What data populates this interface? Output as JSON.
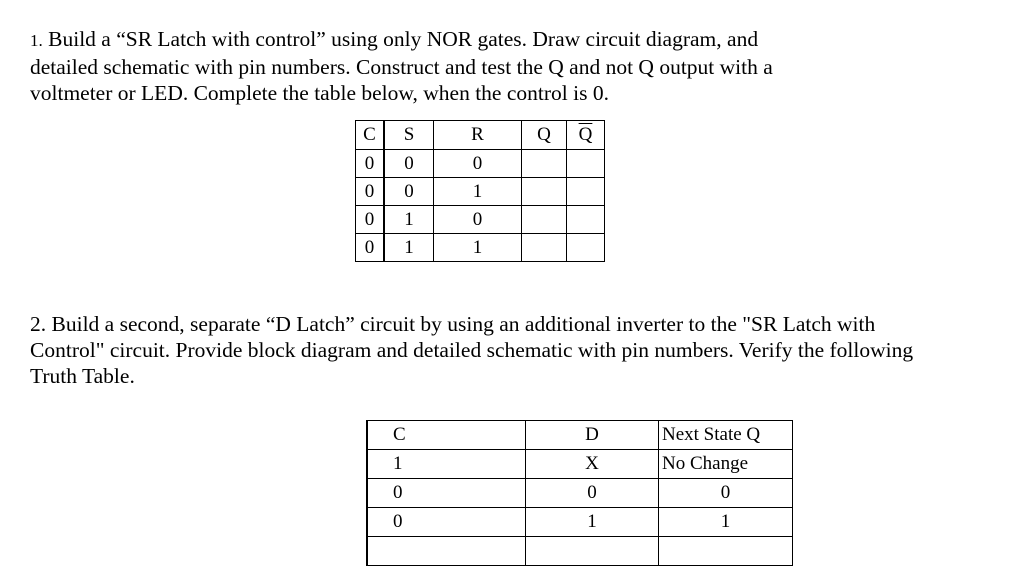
{
  "question1": {
    "number": "1.",
    "lines": [
      " Build a “SR Latch with control” using only NOR gates. Draw circuit diagram, and",
      "detailed schematic with pin numbers. Construct and test the Q and not Q output with a",
      "voltmeter or LED. Complete the table below, when the control is 0."
    ]
  },
  "table1": {
    "headers": [
      "C",
      "S",
      "R",
      "Q",
      "Q"
    ],
    "rows": [
      [
        "0",
        "0",
        "0",
        "",
        ""
      ],
      [
        "0",
        "0",
        "1",
        "",
        ""
      ],
      [
        "0",
        "1",
        "0",
        "",
        ""
      ],
      [
        "0",
        "1",
        "1",
        "",
        ""
      ]
    ]
  },
  "question2": {
    "lines": [
      "2.  Build a second, separate “D Latch” circuit by using an additional inverter to the \"SR Latch with",
      "Control\" circuit. Provide block diagram and detailed schematic with pin numbers. Verify the following",
      "Truth Table."
    ]
  },
  "table2": {
    "headers": [
      "C",
      "D",
      "Next State Q"
    ],
    "rows": [
      [
        "1",
        "X",
        "No Change"
      ],
      [
        "0",
        "0",
        "0"
      ],
      [
        "0",
        "1",
        "1"
      ],
      [
        "",
        "",
        ""
      ]
    ]
  }
}
